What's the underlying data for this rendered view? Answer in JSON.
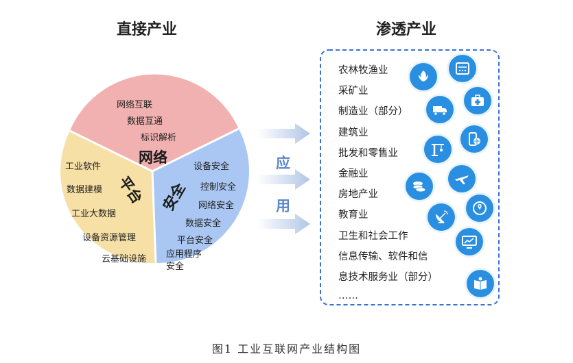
{
  "titles": {
    "direct": "直接产业",
    "penetration": "渗透产业"
  },
  "pie": {
    "network": {
      "label": "网络",
      "items": [
        "网络互联",
        "数据互通",
        "标识解析"
      ],
      "color": "#f2b1b1"
    },
    "platform": {
      "label": "平台",
      "items": [
        "工业软件",
        "数据建模",
        "工业大数据",
        "设备资源管理",
        "云基础设施"
      ],
      "color": "#f7e0a6"
    },
    "security": {
      "label": "安全",
      "items": [
        "设备安全",
        "控制安全",
        "网络安全",
        "数据安全",
        "平台安全",
        "应用程序",
        "安全"
      ],
      "color": "#a9c7f2"
    }
  },
  "application": {
    "char1": "应",
    "char2": "用"
  },
  "industries": [
    "农林牧渔业",
    "采矿业",
    "制造业（部分）",
    "建筑业",
    "批发和零售业",
    "金融业",
    "房地产业",
    "教育业",
    "卫生和社会工作",
    "信息传输、软件和信",
    "息技术服务业（部分）",
    "……"
  ],
  "icons": [
    "leaf-icon",
    "calculator-icon",
    "first-aid-kit-icon",
    "truck-icon",
    "phone-globe-icon",
    "crane-icon",
    "airplane-icon",
    "coins-icon",
    "satellite-dish-icon",
    "map-globe-icon",
    "chart-monitor-icon",
    "book-icon"
  ],
  "caption": "图1   工业互联网产业结构图",
  "colors": {
    "accent": "#2a8fe0",
    "dashed_border": "#3a6fd6",
    "arrow": "#b9cdea"
  }
}
